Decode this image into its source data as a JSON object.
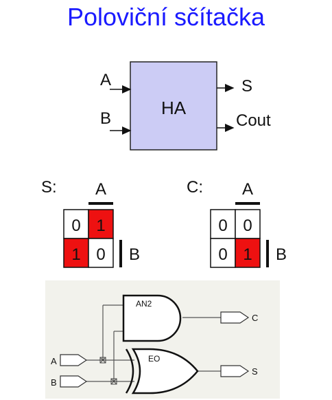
{
  "title": "Poloviční sčítačka",
  "block": {
    "label": "HA",
    "inputs": [
      "A",
      "B"
    ],
    "outputs": [
      "S",
      "Cout"
    ],
    "fill": "#ccccf5"
  },
  "kmaps": [
    {
      "name": "S:",
      "top_var": "A",
      "side_var": "B",
      "cells": [
        [
          "0",
          "1"
        ],
        [
          "1",
          "0"
        ]
      ],
      "highlight": [
        [
          false,
          true
        ],
        [
          true,
          false
        ]
      ]
    },
    {
      "name": "C:",
      "top_var": "A",
      "side_var": "B",
      "cells": [
        [
          "0",
          "0"
        ],
        [
          "0",
          "1"
        ]
      ],
      "highlight": [
        [
          false,
          false
        ],
        [
          false,
          true
        ]
      ]
    }
  ],
  "highlight_color": "#ee1111",
  "circuit": {
    "and_gate": "AN2",
    "xor_gate": "EO",
    "inputs": [
      "A",
      "B"
    ],
    "outputs": [
      "C",
      "S"
    ],
    "background": "#f2f2ec"
  }
}
